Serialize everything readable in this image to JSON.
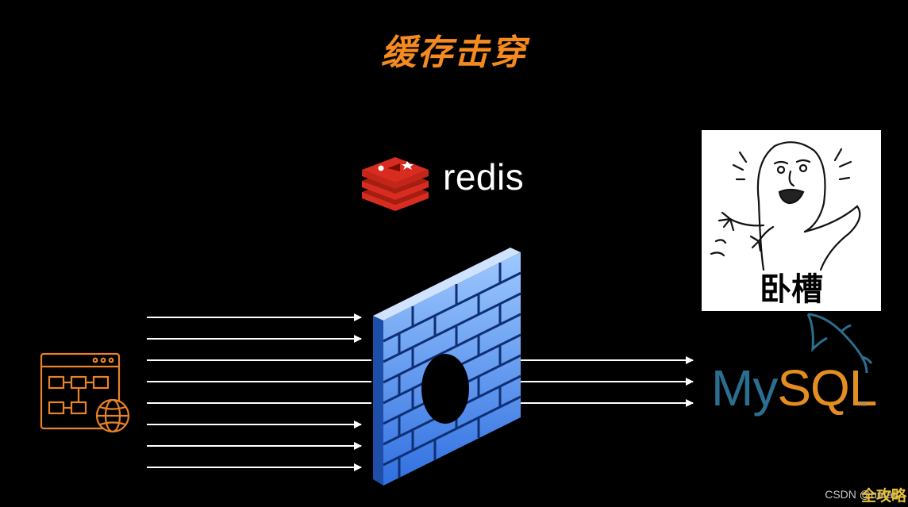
{
  "title": "缓存击穿",
  "colors": {
    "title": "#f58a1f",
    "arrows": "#ffffff",
    "firewall_blue": "#4a8fe8",
    "redis_red": "#c9302c",
    "client_icon": "#e8832a"
  },
  "redis": {
    "label": "redis",
    "icon": "redis-logo-icon"
  },
  "client": {
    "icon": "application-web-client-icon"
  },
  "firewall": {
    "icon": "brick-firewall-with-hole-icon"
  },
  "mysql": {
    "label_my": "My",
    "label_sql": "SQL",
    "trademark": "TM",
    "icon": "dolphin-icon"
  },
  "meme": {
    "caption": "卧槽",
    "icon": "shocked-face-meme-icon"
  },
  "watermark": {
    "text": "CSDN @unrav",
    "badge": "全攻略"
  }
}
